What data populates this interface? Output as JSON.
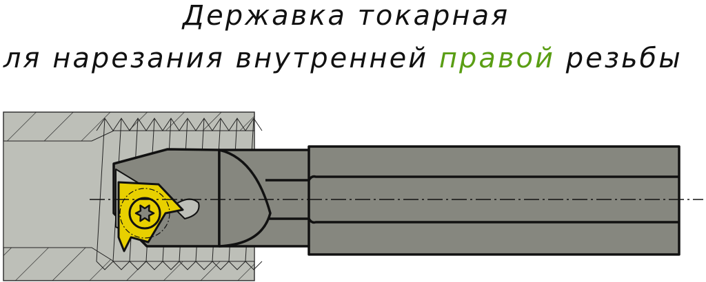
{
  "title": {
    "line1": "Державка токарная",
    "line2_before": "для нарезания внутренней ",
    "line2_highlight": "правой",
    "line2_after": " резьбы"
  },
  "colors": {
    "highlight": "#5a9e14",
    "workpiece": "#bdbfb8",
    "tool_body": "#86877f",
    "insert": "#e8d000"
  }
}
